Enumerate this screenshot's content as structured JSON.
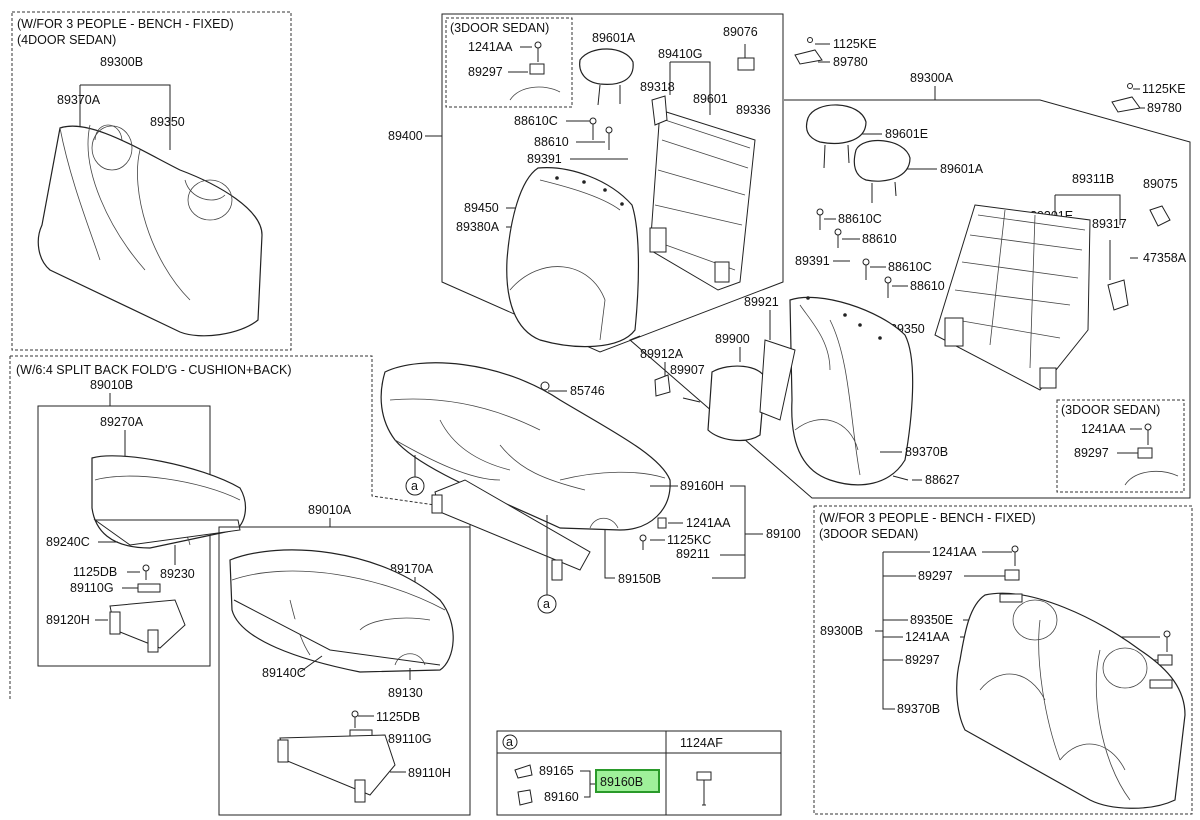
{
  "boxes": {
    "bench_4door": [
      "(W/FOR 3 PEOPLE - BENCH - FIXED)",
      "(4DOOR SEDAN)"
    ],
    "sedan3_top": "(3DOOR SEDAN)",
    "split_64": "(W/6:4 SPLIT BACK FOLD'G - CUSHION+BACK)",
    "sedan3_right": "(3DOOR SEDAN)",
    "bench_3door": [
      "(W/FOR 3 PEOPLE - BENCH - FIXED)",
      "(3DOOR SEDAN)"
    ]
  },
  "labels": {
    "89300B_a": "89300B",
    "89370A": "89370A",
    "89350_a": "89350",
    "1241AA_a": "1241AA",
    "89297_a": "89297",
    "89601A_a": "89601A",
    "89076": "89076",
    "1125KE": "1125KE",
    "89780_a": "89780",
    "89410G": "89410G",
    "89318": "89318",
    "89601": "89601",
    "89336": "89336",
    "88610C_a": "88610C",
    "88610_a": "88610",
    "89391_a": "89391",
    "89400": "89400",
    "89450": "89450",
    "89380A": "89380A",
    "89300A": "89300A",
    "1125KE_b": "1125KE",
    "89780_b": "89780",
    "89601E": "89601E",
    "89601A_b": "89601A",
    "89311B": "89311B",
    "89075": "89075",
    "89301E": "89301E",
    "89317": "89317",
    "47358A": "47358A",
    "88610C_b": "88610C",
    "88610_b": "88610",
    "89391_b": "89391",
    "88610C_c": "88610C",
    "88610_c": "88610",
    "89921": "89921",
    "89350_b": "89350",
    "89912A": "89912A",
    "89900": "89900",
    "89907": "89907",
    "1241AA_b": "1241AA",
    "89297_b": "89297",
    "89370B_a": "89370B",
    "88627": "88627",
    "89010B": "89010B",
    "89270A": "89270A",
    "89240C": "89240C",
    "89230": "89230",
    "1125DB_a": "1125DB",
    "89110G_a": "89110G",
    "89120H": "89120H",
    "85746": "85746",
    "a_1": "a",
    "89160H": "89160H",
    "1241AA_c": "1241AA",
    "1125KC": "1125KC",
    "89100": "89100",
    "89211": "89211",
    "a_2": "a",
    "89150B": "89150B",
    "89010A": "89010A",
    "89170A": "89170A",
    "89140C": "89140C",
    "89130": "89130",
    "1125DB_b": "1125DB",
    "89110G_b": "89110G",
    "89110H": "89110H",
    "1241AA_d": "1241AA",
    "89297_c": "89297",
    "89300B_b": "89300B",
    "89350E": "89350E",
    "1241AA_e": "1241AA",
    "89297_d": "89297",
    "89370B_b": "89370B"
  },
  "legend": {
    "circle": "a",
    "col2_header": "1124AF",
    "item1": "89165",
    "item2": "89160",
    "highlight": "89160B"
  },
  "colors": {
    "highlight_fill": "#9ff09a",
    "highlight_border": "#2a9a2a"
  }
}
